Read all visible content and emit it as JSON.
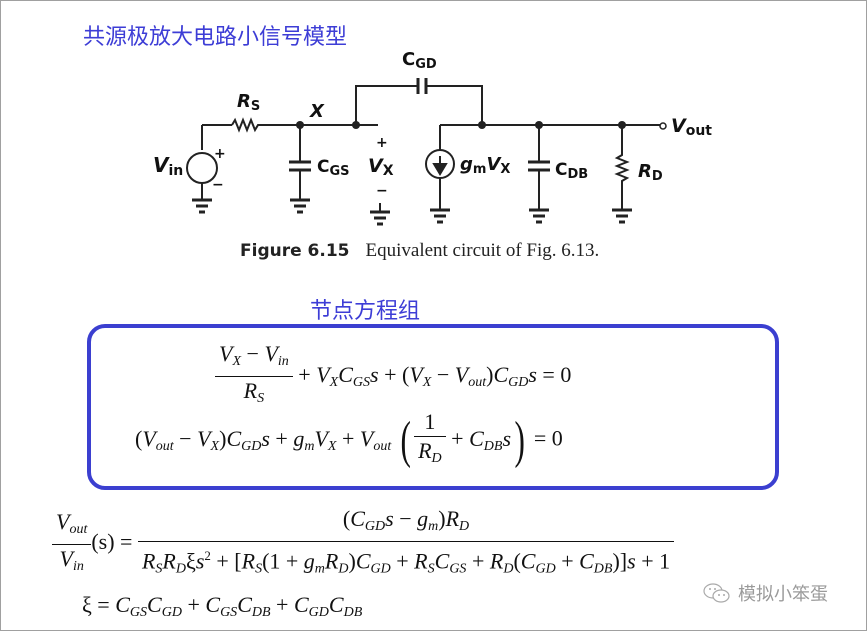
{
  "titles": {
    "main": "共源极放大电路小信号模型",
    "equations": "节点方程组"
  },
  "circuit": {
    "labels": {
      "rs": "R",
      "rs_sub": "S",
      "x_node": "X",
      "cgd": "C",
      "cgd_sub": "GD",
      "vin": "V",
      "vin_sub": "in",
      "cgs": "C",
      "cgs_sub": "GS",
      "vx": "V",
      "vx_sub": "X",
      "gm": "g",
      "gm_sub": "m",
      "gm_v": "V",
      "gm_v_sub": "X",
      "cdb": "C",
      "cdb_sub": "DB",
      "rd": "R",
      "rd_sub": "D",
      "vout": "V",
      "vout_sub": "out",
      "plus": "+",
      "minus": "−"
    },
    "caption": {
      "figure": "Figure 6.15",
      "text": "Equivalent circuit of Fig. 6.13."
    }
  },
  "equations": {
    "eq1": {
      "num": "V_X − V_in",
      "den": "R_S",
      "rest": "+ V_X C_GS s + (V_X − V_out) C_GD s = 0"
    },
    "eq2": {
      "lead": "(V_out − V_X) C_GD s + g_m V_X + V_out",
      "inner_num": "1",
      "inner_den": "R_D",
      "inner_rest": "+ C_DB s",
      "tail": "= 0"
    }
  },
  "transfer": {
    "lhs_num": "V_out",
    "lhs_den": "V_in",
    "lhs_arg": "(s) =",
    "num": "(C_GD s − g_m) R_D",
    "den": "R_S R_D ξ s² + [R_S(1 + g_m R_D) C_GD + R_S C_GS + R_D(C_GD + C_DB)] s + 1"
  },
  "xi": {
    "text": "ξ = C_GS C_GD + C_GS C_DB + C_GD C_DB"
  },
  "watermark": {
    "icon": "wechat-icon",
    "text": "模拟小笨蛋"
  },
  "colors": {
    "accent": "#3b3fd0",
    "title": "#3d3dd6"
  }
}
